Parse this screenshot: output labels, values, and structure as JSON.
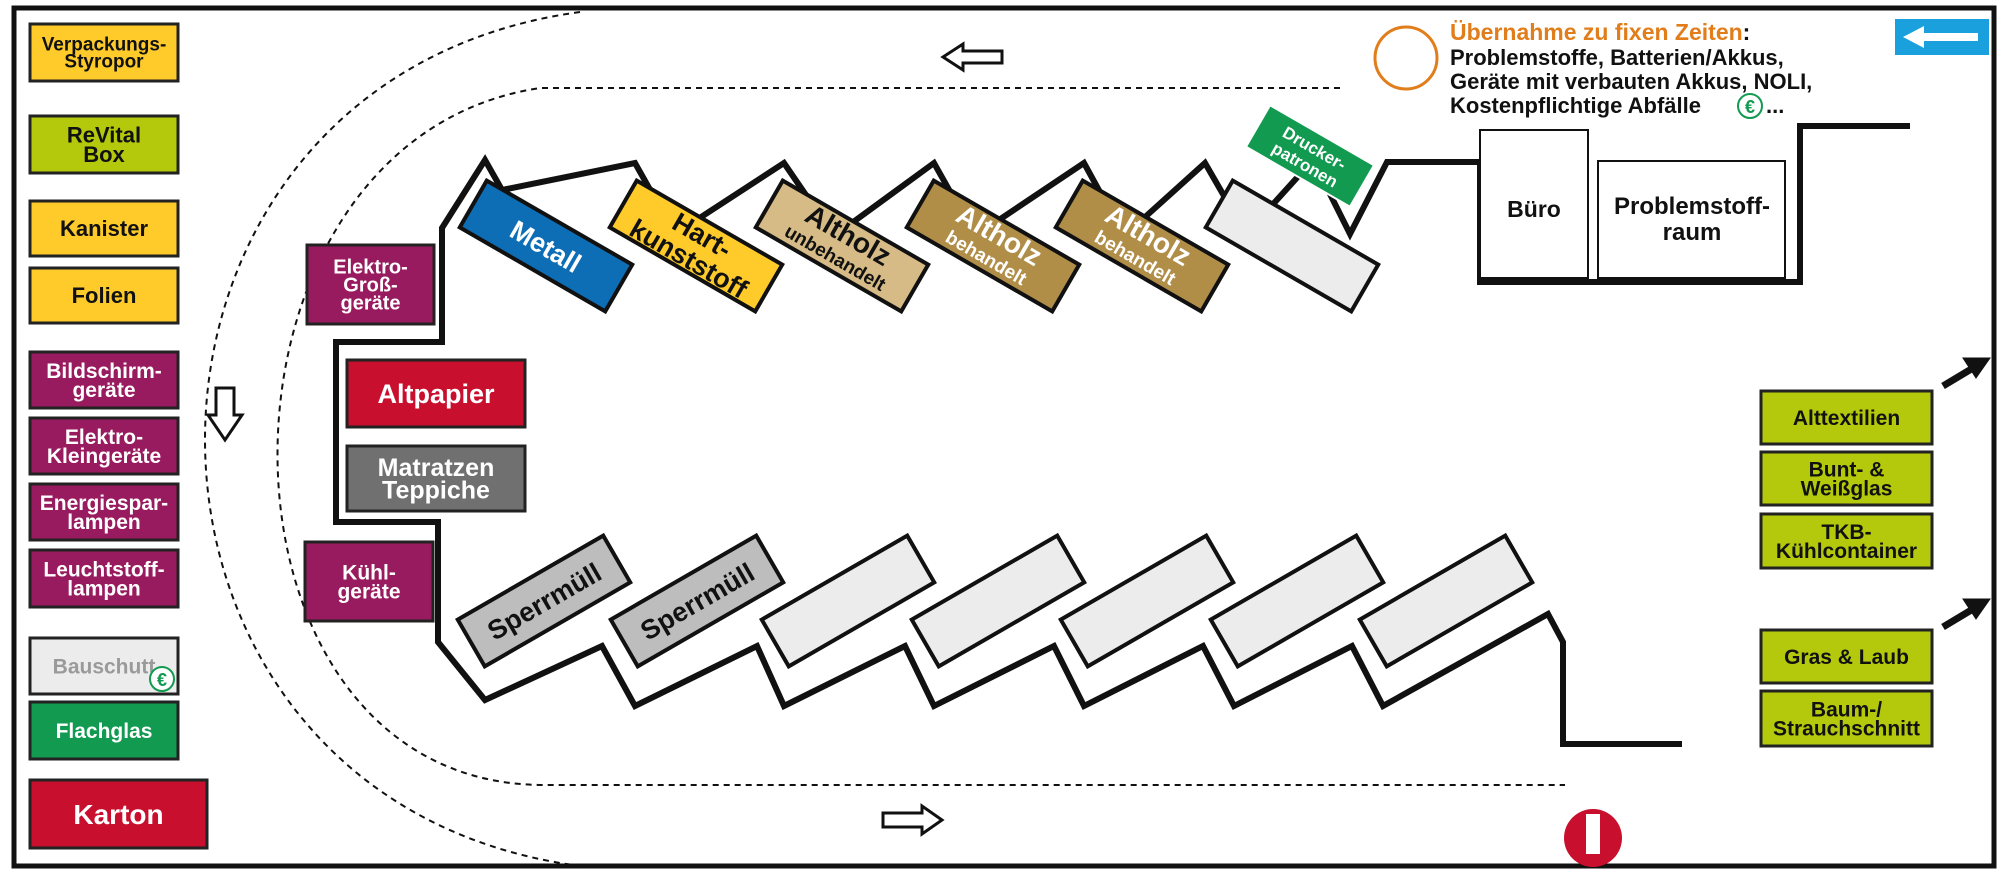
{
  "colors": {
    "yellow": "#fecb2b",
    "lime": "#b4c90c",
    "magenta": "#991b5f",
    "red": "#c8102e",
    "green": "#119a50",
    "grey_dark": "#707070",
    "grey_light": "#ececec",
    "grey_mid": "#bdbdbd",
    "blue": "#0e6eb5",
    "beige": "#d7bb86",
    "brown": "#b08e48",
    "orange": "#e17d1a",
    "sky": "#1ba0de",
    "bauschutt_text": "#9a9a9a"
  },
  "left_column": [
    {
      "lines": [
        "Verpackungs-",
        "Styropor"
      ],
      "color": "yellow"
    },
    {
      "lines": [
        "ReVital",
        "Box"
      ],
      "color": "lime"
    },
    {
      "lines": [
        "Kanister"
      ],
      "color": "yellow"
    },
    {
      "lines": [
        "Folien"
      ],
      "color": "yellow"
    },
    {
      "lines": [
        "Bildschirm-",
        "geräte"
      ],
      "color": "magenta"
    },
    {
      "lines": [
        "Elektro-",
        "Kleingeräte"
      ],
      "color": "magenta"
    },
    {
      "lines": [
        "Energiespar-",
        "lampen"
      ],
      "color": "magenta"
    },
    {
      "lines": [
        "Leuchtstoff-",
        "lampen"
      ],
      "color": "magenta"
    },
    {
      "lines": [
        "Bauschutt"
      ],
      "color": "grey_light",
      "euro": true
    },
    {
      "lines": [
        "Flachglas"
      ],
      "color": "green"
    },
    {
      "lines": [
        "Karton"
      ],
      "color": "red"
    }
  ],
  "inner_boxes": [
    {
      "lines": [
        "Elektro-",
        "Groß-",
        "geräte"
      ],
      "color": "magenta"
    },
    {
      "lines": [
        "Altpapier"
      ],
      "color": "red"
    },
    {
      "lines": [
        "Matratzen",
        "Teppiche"
      ],
      "color": "grey_dark"
    },
    {
      "lines": [
        "Kühl-",
        "geräte"
      ],
      "color": "magenta"
    }
  ],
  "top_bins": [
    {
      "lines": [
        "Metall"
      ],
      "color": "blue"
    },
    {
      "lines": [
        "Hart-",
        "kunststoff"
      ],
      "color": "yellow"
    },
    {
      "lines": [
        "Altholz",
        "unbehandelt"
      ],
      "color": "beige"
    },
    {
      "lines": [
        "Altholz",
        "behandelt"
      ],
      "color": "brown"
    },
    {
      "lines": [
        "Altholz",
        "behandelt"
      ],
      "color": "brown"
    },
    {
      "lines": [],
      "color": "grey_light"
    }
  ],
  "bottom_bins": [
    {
      "lines": [
        "Sperrmüll"
      ],
      "color": "grey_mid"
    },
    {
      "lines": [
        "Sperrmüll"
      ],
      "color": "grey_mid"
    },
    {
      "lines": [],
      "color": "grey_light"
    },
    {
      "lines": [],
      "color": "grey_light"
    },
    {
      "lines": [],
      "color": "grey_light"
    },
    {
      "lines": [],
      "color": "grey_light"
    },
    {
      "lines": [],
      "color": "grey_light"
    }
  ],
  "drucker": {
    "lines": [
      "Drucker-",
      "patronen"
    ],
    "color": "green"
  },
  "rooms": {
    "buero": "Büro",
    "problemstoff": [
      "Problemstoff-",
      "raum"
    ]
  },
  "notice": {
    "title": "Übernahme zu fixen Zeiten",
    "colon": ":",
    "lines": [
      "Problemstoffe, Batterien/Akkus,",
      "Geräte mit verbauten Akkus, NOLI,",
      "Kostenpflichtige Abfälle"
    ],
    "euro_symbol": "€",
    "ellipsis": "..."
  },
  "right_column": [
    {
      "lines": [
        "Alttextilien"
      ],
      "color": "lime"
    },
    {
      "lines": [
        "Bunt- &",
        "Weißglas"
      ],
      "color": "lime"
    },
    {
      "lines": [
        "TKB-",
        "Kühlcontainer"
      ],
      "color": "lime"
    },
    {
      "lines": [
        "Gras & Laub"
      ],
      "color": "lime"
    },
    {
      "lines": [
        "Baum-/",
        "Strauchschnitt"
      ],
      "color": "lime"
    }
  ]
}
